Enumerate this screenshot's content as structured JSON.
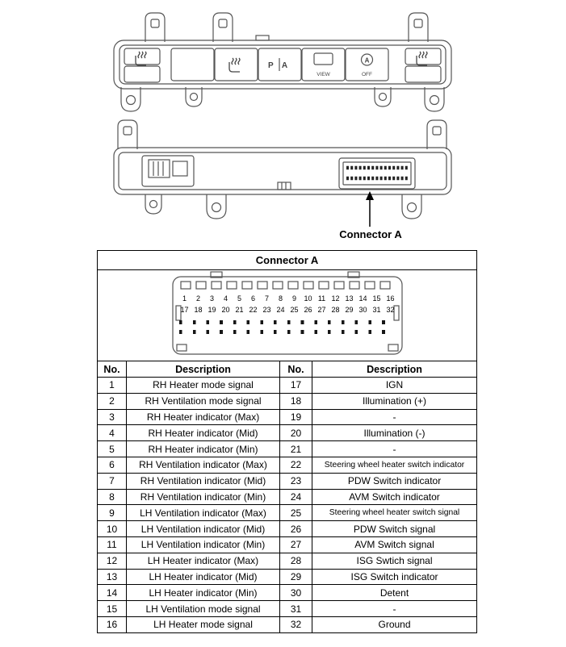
{
  "callout": {
    "connector_label": "Connector A"
  },
  "front_view": {
    "parking_button_label": "P A",
    "view_button_label": "VIEW",
    "auto_stop_letter": "A",
    "auto_stop_off_label": "OFF"
  },
  "connector_table": {
    "title": "Connector A",
    "headers": {
      "no_left": "No.",
      "desc_left": "Description",
      "no_right": "No.",
      "desc_right": "Description"
    },
    "pin_numbers_row1": [
      "1",
      "2",
      "3",
      "4",
      "5",
      "6",
      "7",
      "8",
      "9",
      "10",
      "11",
      "12",
      "13",
      "14",
      "15",
      "16"
    ],
    "pin_numbers_row2": [
      "17",
      "18",
      "19",
      "20",
      "21",
      "22",
      "23",
      "24",
      "25",
      "26",
      "27",
      "28",
      "29",
      "30",
      "31",
      "32"
    ],
    "rows": [
      {
        "no_l": "1",
        "desc_l": "RH Heater mode signal",
        "no_r": "17",
        "desc_r": "IGN"
      },
      {
        "no_l": "2",
        "desc_l": "RH Ventilation mode signal",
        "no_r": "18",
        "desc_r": "Illumination (+)"
      },
      {
        "no_l": "3",
        "desc_l": "RH Heater indicator (Max)",
        "no_r": "19",
        "desc_r": "-"
      },
      {
        "no_l": "4",
        "desc_l": "RH Heater indicator (Mid)",
        "no_r": "20",
        "desc_r": "Illumination (-)"
      },
      {
        "no_l": "5",
        "desc_l": "RH Heater indicator (Min)",
        "no_r": "21",
        "desc_r": "-"
      },
      {
        "no_l": "6",
        "desc_l": "RH Ventilation indicator (Max)",
        "no_r": "22",
        "desc_r": "Steering wheel heater switch indicator"
      },
      {
        "no_l": "7",
        "desc_l": "RH Ventilation indicator (Mid)",
        "no_r": "23",
        "desc_r": "PDW Switch indicator"
      },
      {
        "no_l": "8",
        "desc_l": "RH Ventilation indicator (Min)",
        "no_r": "24",
        "desc_r": "AVM Switch indicator"
      },
      {
        "no_l": "9",
        "desc_l": "LH Ventilation indicator (Max)",
        "no_r": "25",
        "desc_r": "Steering wheel heater switch signal"
      },
      {
        "no_l": "10",
        "desc_l": "LH Ventilation indicator (Mid)",
        "no_r": "26",
        "desc_r": "PDW Switch signal"
      },
      {
        "no_l": "11",
        "desc_l": "LH Ventilation indicator (Min)",
        "no_r": "27",
        "desc_r": "AVM Switch signal"
      },
      {
        "no_l": "12",
        "desc_l": "LH Heater indicator (Max)",
        "no_r": "28",
        "desc_r": "ISG Swtich signal"
      },
      {
        "no_l": "13",
        "desc_l": "LH Heater indicator (Mid)",
        "no_r": "29",
        "desc_r": "ISG Switch indicator"
      },
      {
        "no_l": "14",
        "desc_l": "LH Heater indicator (Min)",
        "no_r": "30",
        "desc_r": "Detent"
      },
      {
        "no_l": "15",
        "desc_l": "LH Ventilation mode signal",
        "no_r": "31",
        "desc_r": "-"
      },
      {
        "no_l": "16",
        "desc_l": "LH Heater mode signal",
        "no_r": "32",
        "desc_r": "Ground"
      }
    ]
  }
}
